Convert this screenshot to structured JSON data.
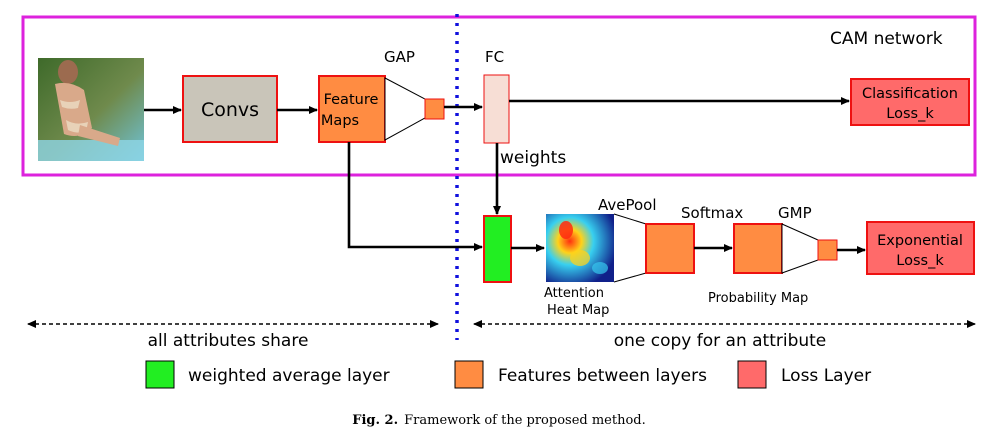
{
  "diagram": {
    "cam_network_label": "CAM network",
    "labels": {
      "gap": "GAP",
      "fc": "FC",
      "weights": "weights",
      "avepool": "AvePool",
      "softmax": "Softmax",
      "gmp": "GMP",
      "probability_map": "Probability Map",
      "attention_line1": "Attention",
      "attention_line2": "Heat Map"
    },
    "boxes": {
      "convs": "Convs",
      "feature_line1": "Feature",
      "feature_line2": "Maps",
      "classification_line1": "Classification",
      "classification_line2": "Loss_k",
      "exponential_line1": "Exponential",
      "exponential_line2": "Loss_k"
    },
    "spans": {
      "left": "all attributes share",
      "right": "one copy for an attribute"
    },
    "legend": [
      {
        "label": "weighted average layer",
        "color": "#22ee22"
      },
      {
        "label": "Features between layers",
        "color": "#ff8c42"
      },
      {
        "label": "Loss Layer",
        "color": "#ff6a6a"
      }
    ]
  },
  "colors": {
    "cam_border": "#dd22dd",
    "convs_fill": "#c9c5b9",
    "feature_fill": "#ff8c42",
    "fc_fill": "#f7ded5",
    "loss_fill": "#ff6a6a",
    "box_border": "#ee1111",
    "divider": "#1111dd"
  },
  "caption": {
    "label": "Fig. 2.",
    "text": "Framework of the proposed method."
  }
}
